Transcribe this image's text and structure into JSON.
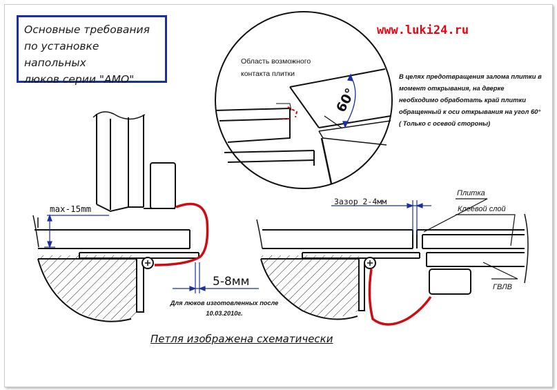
{
  "title": {
    "line1": "Основные требования",
    "line2": "по установке напольных",
    "line3": "люков серии  \"АМО\""
  },
  "website": "www.luki24.ru",
  "note": "В целях предотвращения залома плитки в момент открывания, на дверке необходимо обработать край плитки обращенный к оси открывания на угол 60° ( Только с осевой стороны)",
  "contact_area": "Область возможного контакта плитки",
  "angle": "60°",
  "dim_max": "max-15mm",
  "dim_gap": "5-8мм",
  "made_after": "Для люков изготовленных после 10.03.2010г.",
  "hinge_note": "Петля изображена схематически",
  "gap_label": "Зазор 2-4мм",
  "tile_label": "Плитка",
  "glue_label": "Клеевой слой",
  "gvlv_label": "ГВЛВ",
  "colors": {
    "title_border": "#1c2fa0",
    "url": "#e30613",
    "hinge": "#d10a12",
    "dims": "#1c2fa0"
  }
}
